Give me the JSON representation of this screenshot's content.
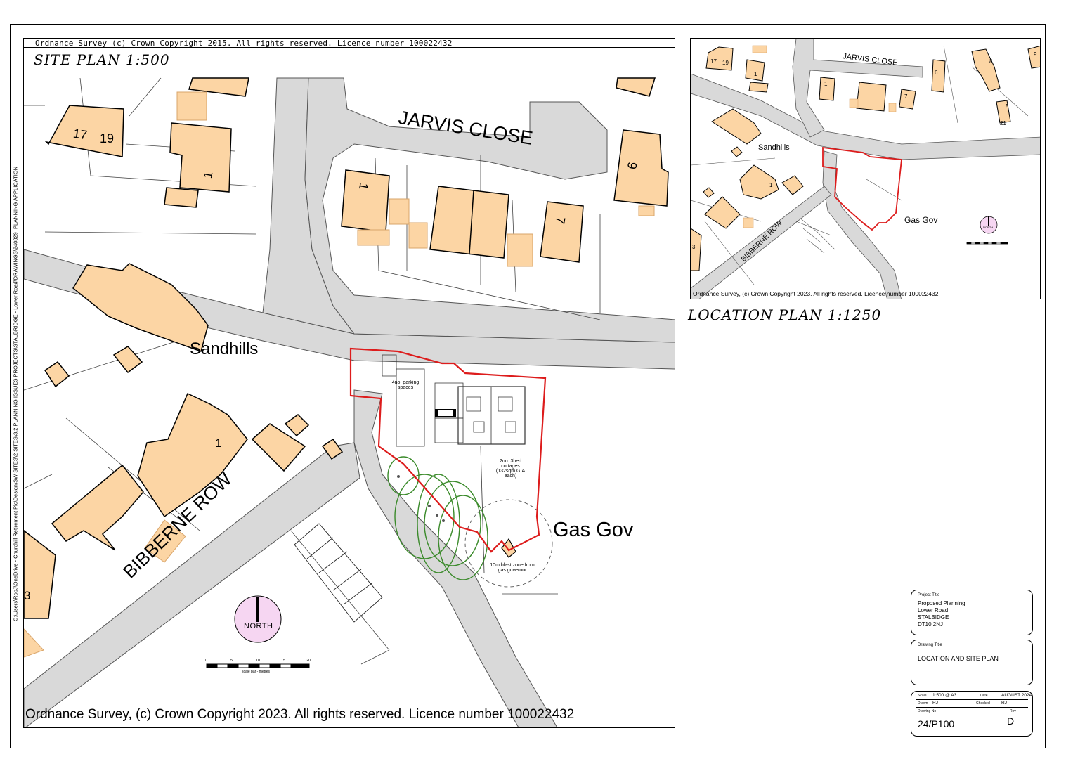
{
  "site_plan": {
    "copyright_top": "Ordnance Survey (c) Crown Copyright 2015. All rights reserved. Licence number 100022432",
    "title": "SITE PLAN 1:500",
    "labels": {
      "jarvis_close": "JARVIS CLOSE",
      "bibberne_row": "BIBBERNE ROW",
      "sandhills": "Sandhills",
      "gas_gov": "Gas Gov",
      "house_17": "17",
      "house_19": "19",
      "house_1_nw": "1",
      "house_1_jarvis": "1",
      "house_9": "9",
      "house_7": "7",
      "house_1_sw": "1",
      "house_3": "3",
      "parking": "4no. parking spaces",
      "cottages": "2no. 3bed cottages (132sqm GIA each)",
      "blast_zone": "10m blast zone from gas governor",
      "north": "NORTH",
      "scale_ticks": [
        "0",
        "5",
        "10",
        "15",
        "20"
      ],
      "scale_caption": "scale bar - metres"
    },
    "copyright_bottom": "Ordnance Survey, (c) Crown Copyright 2023. All rights reserved. Licence number 100022432",
    "file_path": "C:\\Users\\RobJ\\OneDrive - Churchill Retirement Plc\\Design\\SW SITES\\2 SITES\\3.2 PLANNING ISSUES PROJECTS\\STALBRIDGE - Lower Road\\DRAWINGS\\240829_PLANNING APPLICATION"
  },
  "location_plan": {
    "title": "LOCATION PLAN 1:1250",
    "copyright": "Ordnance Survey, (c) Crown Copyright 2023. All rights reserved. Licence number 100022432",
    "labels": {
      "jarvis_close": "JARVIS CLOSE",
      "bibberne_row": "BIBBERNE ROW",
      "sandhills": "Sandhills",
      "gas_gov": "Gas Gov",
      "house_17": "17",
      "house_19": "19",
      "house_1_a": "1",
      "house_1_b": "1",
      "house_1_c": "1",
      "house_9": "9",
      "house_7": "7",
      "house_8": "8",
      "house_5": "5",
      "house_21": "21",
      "house_3": "3",
      "house_6": "6",
      "north": "NORTH"
    }
  },
  "title_block": {
    "project_caption": "Project Title",
    "project_lines": [
      "Proposed Planning",
      "Lower Road",
      "STALBIDGE",
      "DT10 2NJ"
    ],
    "drawing_caption": "Drawing Title",
    "drawing_title": "LOCATION AND SITE PLAN",
    "scale_caption": "Scale",
    "scale_value": "1:500 @ A3",
    "date_caption": "Date",
    "date_value": "AUGUST 2024",
    "drawn_caption": "Drawn",
    "drawn_value": "RJ",
    "checked_caption": "Checked",
    "checked_value": "RJ",
    "drawing_no_caption": "Drawing No",
    "drawing_no_value": "24/P100",
    "rev_caption": "Rev",
    "rev_value": "D"
  },
  "colors": {
    "building_fill": "#fcd5a4",
    "road_fill": "#d9d9d9",
    "site_boundary": "#dd1c1c",
    "tree_canopy": "#3a8a2a",
    "north_fill": "#f6d6f2"
  }
}
